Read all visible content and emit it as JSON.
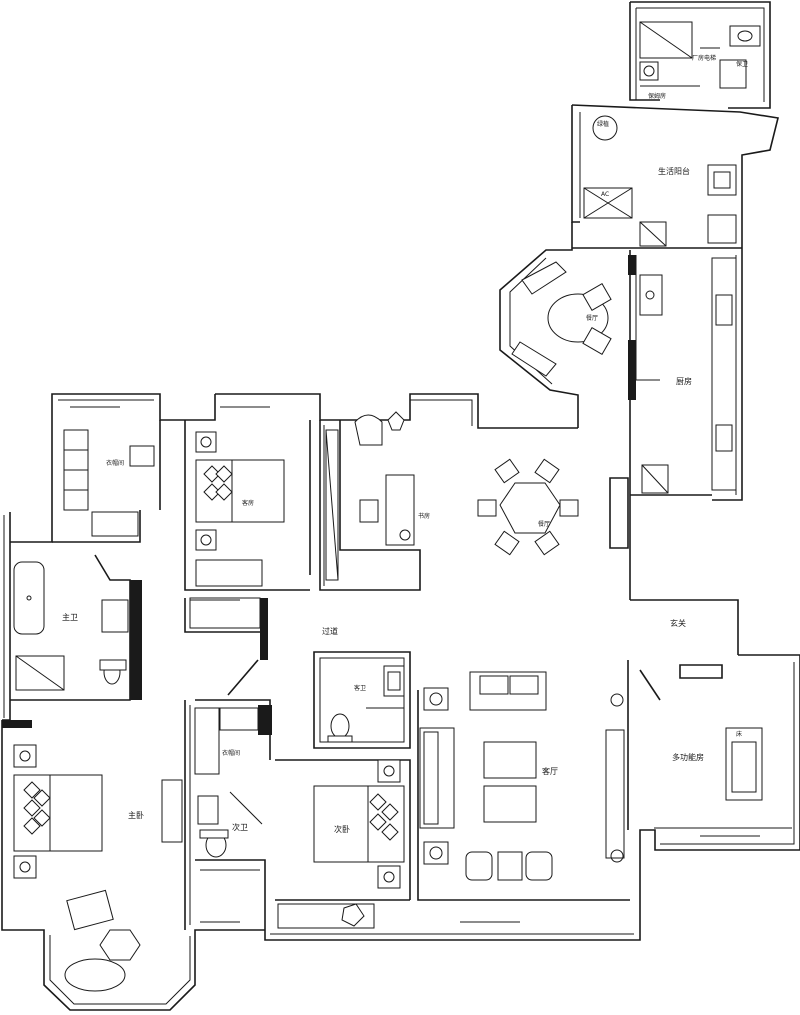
{
  "rooms": {
    "nanny_room": "保姆房",
    "laundry": "厂房电梯",
    "maid_wc": "保卫",
    "utility_balcony": "生活阳台",
    "ac_label": "AC",
    "dining": "餐厅",
    "kitchen": "厨房",
    "study": "书房",
    "dining_table": "餐厅",
    "walkin_closet_1": "衣帽间",
    "bedroom_3": "客房",
    "master_bath": "主卫",
    "corridor": "过道",
    "foyer": "玄关",
    "guest_wc": "客卫",
    "walkin_closet_2": "衣帽间",
    "master_bedroom": "主卧",
    "second_wc": "次卫",
    "second_bedroom": "次卧",
    "living_room": "客厅",
    "multi_room": "多功能房",
    "bed_label": "床",
    "plant": "绿植"
  }
}
